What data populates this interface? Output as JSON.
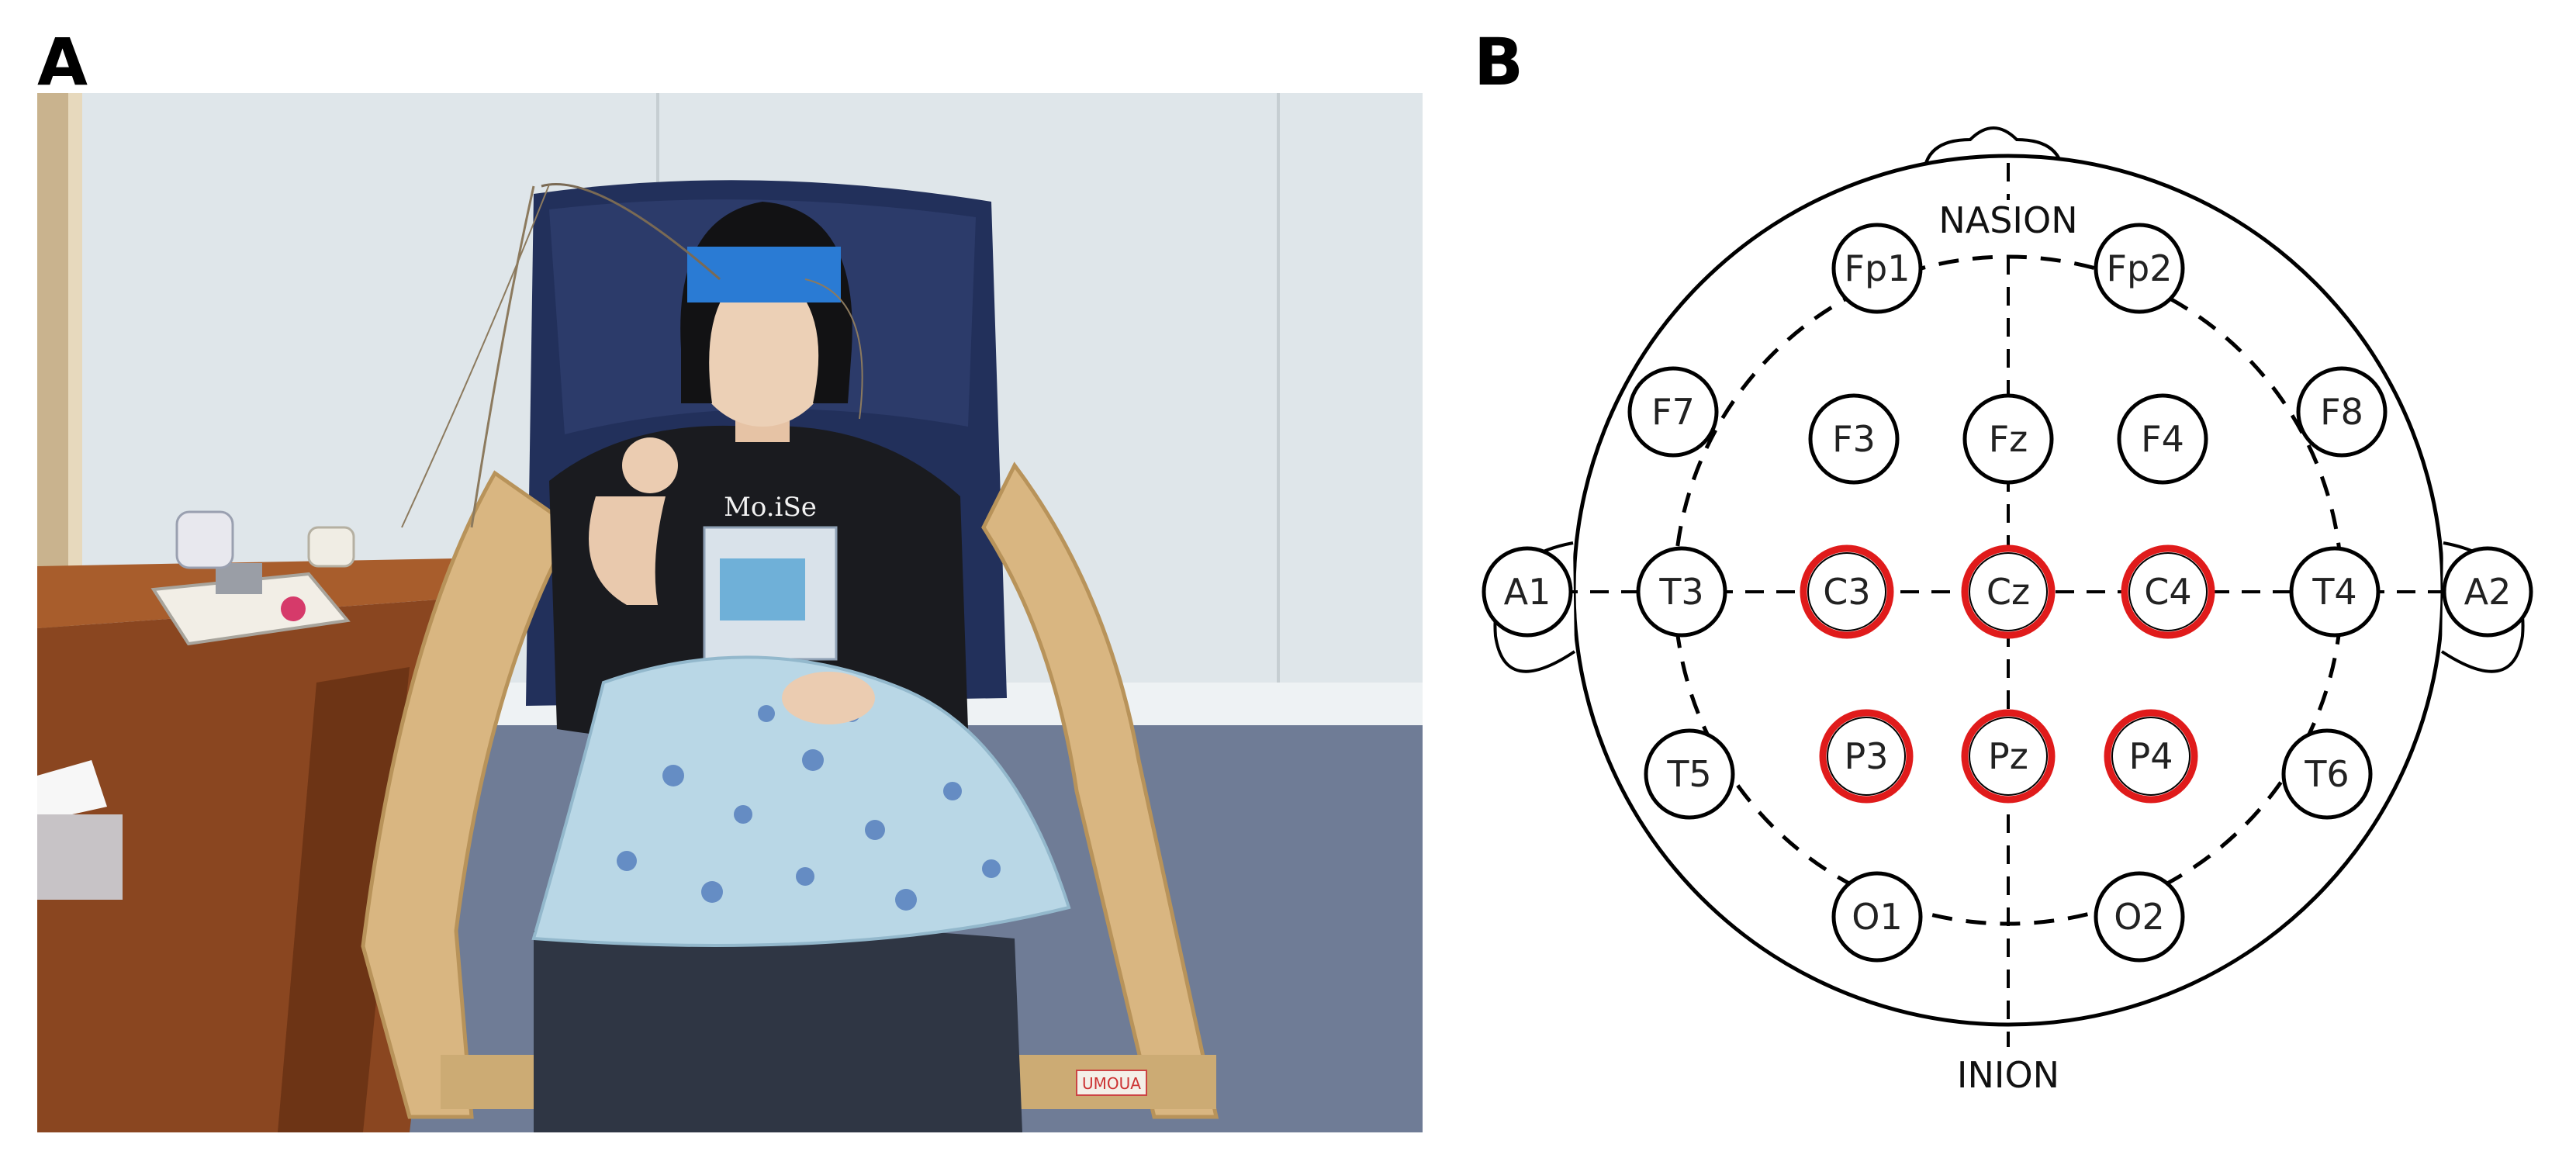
{
  "panels": {
    "a": {
      "label": "A"
    },
    "b": {
      "label": "B"
    }
  },
  "photo": {
    "chair_tag": "UMOUA",
    "shirt_text": "Mo.iSe",
    "blur_color": "#2a7bd4"
  },
  "eeg_map": {
    "nasion": "NASION",
    "inion": "INION",
    "highlight_color": "#e01b1b",
    "electrodes": [
      {
        "id": "Fp1",
        "active": false
      },
      {
        "id": "Fp2",
        "active": false
      },
      {
        "id": "F7",
        "active": false
      },
      {
        "id": "F3",
        "active": false
      },
      {
        "id": "Fz",
        "active": false
      },
      {
        "id": "F4",
        "active": false
      },
      {
        "id": "F8",
        "active": false
      },
      {
        "id": "A1",
        "active": false
      },
      {
        "id": "T3",
        "active": false
      },
      {
        "id": "C3",
        "active": true
      },
      {
        "id": "Cz",
        "active": true
      },
      {
        "id": "C4",
        "active": true
      },
      {
        "id": "T4",
        "active": false
      },
      {
        "id": "A2",
        "active": false
      },
      {
        "id": "T5",
        "active": false
      },
      {
        "id": "P3",
        "active": true
      },
      {
        "id": "Pz",
        "active": true
      },
      {
        "id": "P4",
        "active": true
      },
      {
        "id": "T6",
        "active": false
      },
      {
        "id": "O1",
        "active": false
      },
      {
        "id": "O2",
        "active": false
      }
    ]
  }
}
